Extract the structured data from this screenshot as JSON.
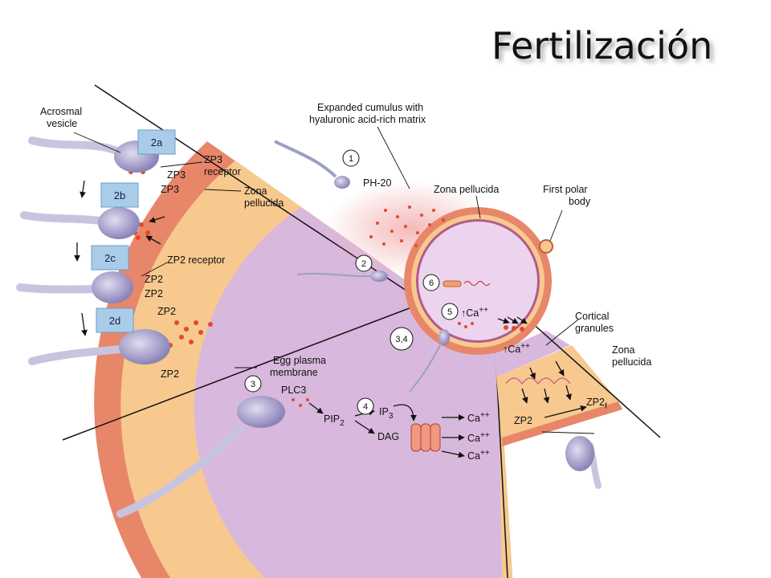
{
  "title": "Fertilización",
  "labels": {
    "acrosomal_vesicle_1": "Acrosmal",
    "acrosomal_vesicle_2": "vesicle",
    "expanded_cumulus_1": "Expanded cumulus with",
    "expanded_cumulus_2": "hyaluronic acid-rich matrix",
    "zp3_receptor_1": "ZP3",
    "zp3_receptor_2": "receptor",
    "zp3_a": "ZP3",
    "zp3_b": "ZP3",
    "zona_pellucida_left_1": "Zona",
    "zona_pellucida_left_2": "pellucida",
    "zp2_receptor": "ZP2 receptor",
    "zp2_a": "ZP2",
    "zp2_b": "ZP2",
    "zp2_c": "ZP2",
    "zp2_d": "ZP2",
    "ph20": "PH-20",
    "zona_pellucida_top": "Zona pellucida",
    "first_polar_body_1": "First polar",
    "first_polar_body_2": "body",
    "ca_up_1": "↑Ca",
    "ca_up_2": "↑Ca",
    "plus_plus": "++",
    "cortical_granules_1": "Cortical",
    "cortical_granules_2": "granules",
    "zona_pellucida_right_1": "Zona",
    "zona_pellucida_right_2": "pellucida",
    "zp2_prime": "ZP2",
    "zp2_right": "ZP2",
    "egg_plasma_membrane_1": "Egg plasma",
    "egg_plasma_membrane_2": "membrane",
    "plc3": "PLC3",
    "pip2": "PIP",
    "ip3": "IP",
    "dag": "DAG",
    "ca_out_1": "Ca",
    "ca_out_2": "Ca",
    "ca_out_3": "Ca",
    "sub2": "2",
    "sub3": "3"
  },
  "steps": {
    "step1": "1",
    "step2": "2",
    "step3": "3",
    "step34": "3,4",
    "step4": "4",
    "step5": "5",
    "step6": "6"
  },
  "boxes": {
    "box2a": "2a",
    "box2b": "2b",
    "box2c": "2c",
    "box2d": "2d"
  },
  "colors": {
    "zona_outer": "#e8866a",
    "zona_inner": "#f7c98e",
    "cytoplasm": "#d9b8dd",
    "sperm_head": "#b9b2d8",
    "granule": "#e24a2a",
    "box_fill": "#a9cde8"
  }
}
